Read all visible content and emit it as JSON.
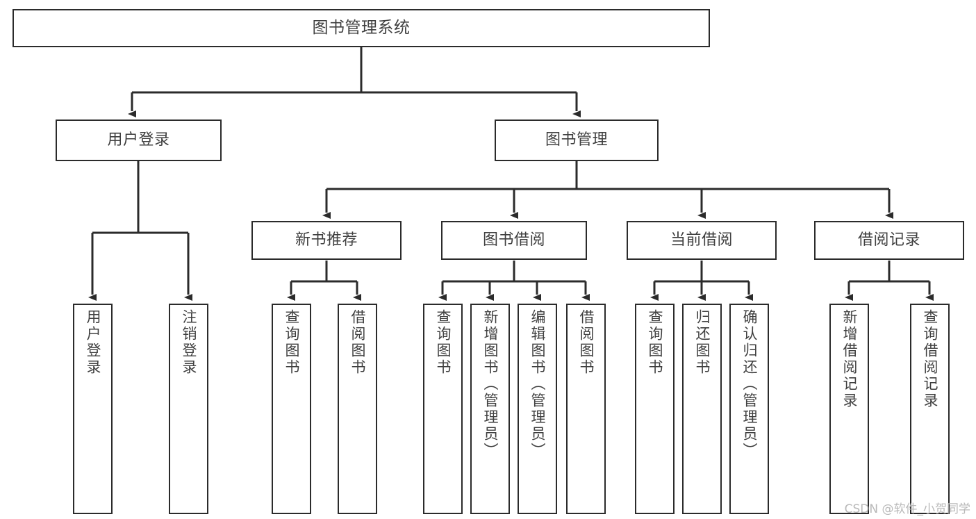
{
  "diagram": {
    "type": "tree-hierarchy-diagram",
    "title": "图书管理系统",
    "background_color": "#ffffff",
    "line_color": "#2b2b2b",
    "text_color": "#3f3f3f",
    "box_fill": "#ffffff"
  },
  "watermark": {
    "text": "CSDN @软件_小贺同学",
    "color": "#b9b9b9"
  },
  "nodes": {
    "root": {
      "label": "图书管理系统",
      "level": 0
    },
    "level1": [
      {
        "id": "user-login",
        "label": "用户登录"
      },
      {
        "id": "book-management",
        "label": "图书管理"
      }
    ],
    "level2": [
      {
        "id": "new-book-recommend",
        "label": "新书推荐"
      },
      {
        "id": "book-borrow",
        "label": "图书借阅"
      },
      {
        "id": "current-borrow",
        "label": "当前借阅"
      },
      {
        "id": "borrow-record",
        "label": "借阅记录"
      }
    ],
    "leaves": [
      {
        "id": "leaf-user-login",
        "label": "用户登录",
        "parent": "user-login"
      },
      {
        "id": "leaf-logout",
        "label": "注销登录",
        "parent": "user-login"
      },
      {
        "id": "leaf-query-book-1",
        "label": "查询图书",
        "parent": "new-book-recommend"
      },
      {
        "id": "leaf-borrow-book-1",
        "label": "借阅图书",
        "parent": "new-book-recommend"
      },
      {
        "id": "leaf-query-book-2",
        "label": "查询图书",
        "parent": "book-borrow"
      },
      {
        "id": "leaf-add-book",
        "label": "新增图书（管理员）",
        "parent": "book-borrow"
      },
      {
        "id": "leaf-edit-book",
        "label": "编辑图书（管理员）",
        "parent": "book-borrow"
      },
      {
        "id": "leaf-borrow-book-2",
        "label": "借阅图书",
        "parent": "book-borrow"
      },
      {
        "id": "leaf-query-book-3",
        "label": "查询图书",
        "parent": "current-borrow"
      },
      {
        "id": "leaf-return-book",
        "label": "归还图书",
        "parent": "current-borrow"
      },
      {
        "id": "leaf-confirm-return",
        "label": "确认归还（管理员）",
        "parent": "current-borrow"
      },
      {
        "id": "leaf-add-record",
        "label": "新增借阅记录",
        "parent": "borrow-record"
      },
      {
        "id": "leaf-query-record",
        "label": "查询借阅记录",
        "parent": "borrow-record"
      }
    ]
  }
}
